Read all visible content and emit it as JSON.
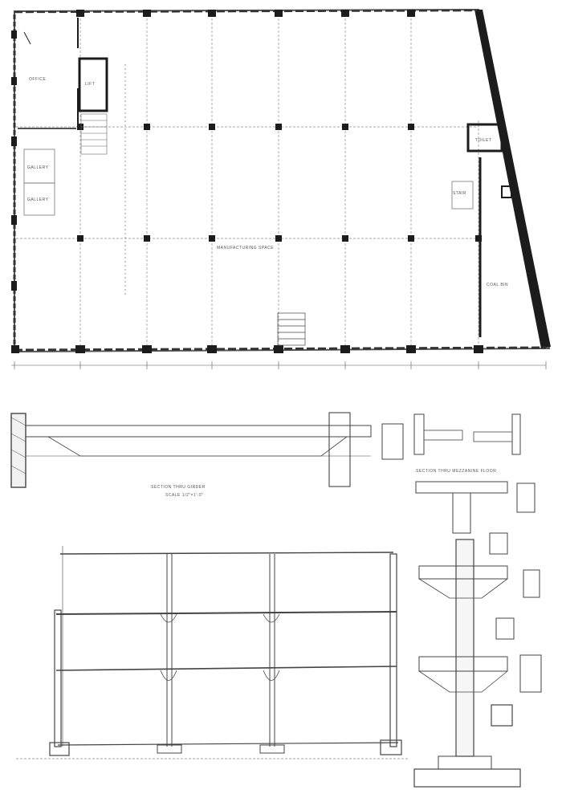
{
  "sheet": {
    "ink": "#1c1c1c",
    "line": "#7a7a7a",
    "paper": "#ffffff",
    "rooms": [
      {
        "id": "office",
        "label": "OFFICE"
      },
      {
        "id": "lift",
        "label": "LIFT"
      },
      {
        "id": "gallery-1",
        "label": "GALLERY"
      },
      {
        "id": "gallery-2",
        "label": "GALLERY"
      },
      {
        "id": "main-floor",
        "label": "MANUFACTURING SPACE"
      },
      {
        "id": "stair",
        "label": "STAIR"
      },
      {
        "id": "toilet",
        "label": "TOILET"
      },
      {
        "id": "coal-bin",
        "label": "COAL BIN"
      }
    ],
    "captions": {
      "beam_detail": "SECTION THRU GIRDER",
      "beam_detail_sub": "SCALE 1/2\"=1'-0\"",
      "column_detail": "SECTION THRU MEZZANINE FLOOR"
    }
  }
}
